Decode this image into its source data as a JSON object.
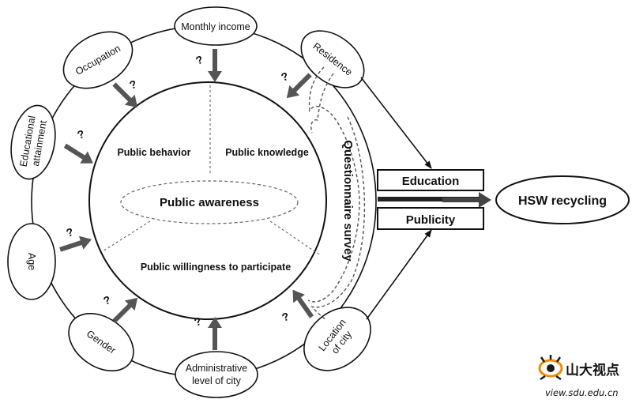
{
  "diagram": {
    "factors": {
      "monthly_income": "Monthly income",
      "occupation": "Occupation",
      "residence": "Residence",
      "educational_attainment_line1": "Educational",
      "educational_attainment_line2": "attainment",
      "age": "Age",
      "gender": "Gender",
      "administrative_level_line1": "Administrative",
      "administrative_level_line2": "level of city",
      "location_line1": "Location",
      "location_line2": "of city"
    },
    "question_mark": "?",
    "center": {
      "public_behavior": "Public behavior",
      "public_knowledge": "Public knowledge",
      "public_awareness": "Public awareness",
      "public_willingness": "Public willingness to participate"
    },
    "questionnaire_survey": "Questionnaire survey",
    "education": "Education",
    "publicity": "Publicity",
    "hsw_recycling": "HSW recycling"
  },
  "watermark": {
    "brand": "山大视点",
    "url": "view.sdu.edu.cn",
    "brand_colors": {
      "orange": "#f08a00",
      "dark": "#1a1a1a"
    }
  }
}
